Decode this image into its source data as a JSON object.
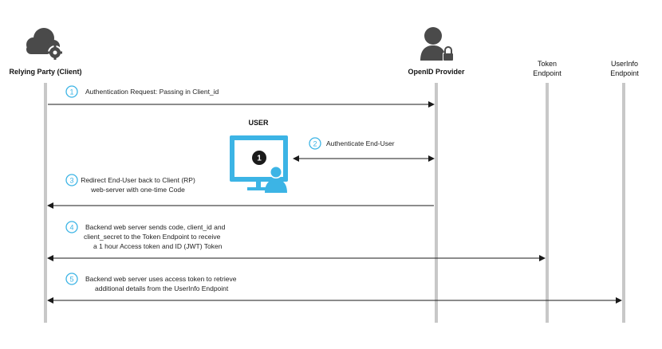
{
  "actors": {
    "relying_party": "Relying Party (Client)",
    "openid_provider": "OpenID Provider",
    "token_endpoint": [
      "Token",
      "Endpoint"
    ],
    "userinfo_endpoint": [
      "UserInfo",
      "Endpoint"
    ]
  },
  "user": {
    "title": "USER",
    "badge": "1"
  },
  "steps": [
    {
      "num": "1",
      "lines": [
        "Authentication Request: Passing in Client_id"
      ]
    },
    {
      "num": "2",
      "lines": [
        "Authenticate End-User"
      ]
    },
    {
      "num": "3",
      "lines": [
        "Redirect End-User back to Client (RP)",
        "web-server with one-time Code"
      ]
    },
    {
      "num": "4",
      "lines": [
        "Backend web server sends code, client_id and",
        "client_secret to the Token Endpoint to receive",
        "a 1 hour Access token and ID (JWT) Token"
      ]
    },
    {
      "num": "5",
      "lines": [
        "Backend web server uses access token to retrieve",
        "additional details from the UserInfo Endpoint"
      ]
    }
  ],
  "colors": {
    "accent": "#3cb4e5",
    "icon": "#4a4a4a",
    "lifeline": "#c8c8c8",
    "arrow": "#1a1a1a"
  },
  "icons": [
    "cloud-gear-icon",
    "user-lock-icon",
    "monitor-user-icon"
  ]
}
